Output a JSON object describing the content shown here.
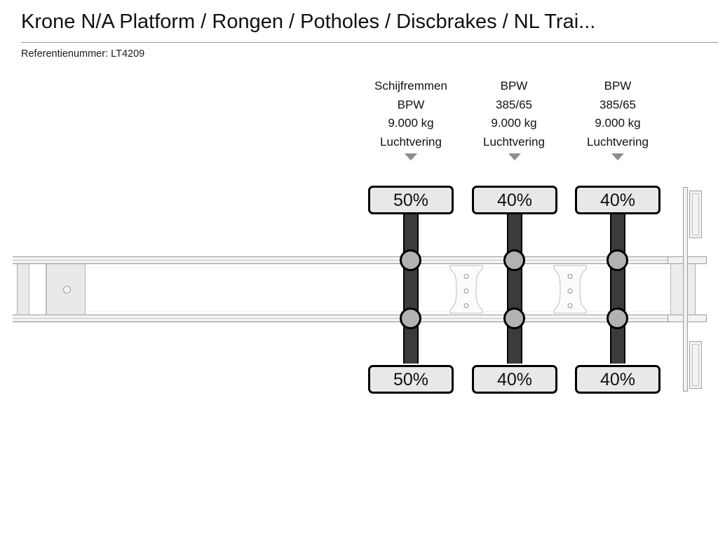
{
  "header": {
    "title": "Krone N/A Platform / Rongen / Potholes / Discbrakes / NL Trai...",
    "reference_label": "Referentienummer:",
    "reference_value": "LT4209"
  },
  "diagram": {
    "type": "trailer-axle-schematic",
    "vehicle": "semi-trailer",
    "axle_count": 3,
    "colors": {
      "axle_bar": "#3b3b3b",
      "hub": "#b2b2b2",
      "badge_fill": "#e8e8e8",
      "badge_border": "#000000",
      "chassis_fill": "#f2f2f2",
      "chassis_stroke": "#9a9a9a",
      "caret": "#8d8d8d"
    },
    "axles": [
      {
        "index": 1,
        "spec_lines": [
          "Schijfremmen",
          "BPW",
          "9.000 kg",
          "Luchtvering"
        ],
        "brake_type": "Schijfremmen",
        "make": "BPW",
        "capacity": "9.000 kg",
        "suspension": "Luchtvering",
        "tyre_left_percent": "50%",
        "tyre_right_percent": "50%",
        "caret": "▼"
      },
      {
        "index": 2,
        "spec_lines": [
          "BPW",
          "385/65",
          "9.000 kg",
          "Luchtvering"
        ],
        "make": "BPW",
        "tyre_size": "385/65",
        "capacity": "9.000 kg",
        "suspension": "Luchtvering",
        "tyre_left_percent": "40%",
        "tyre_right_percent": "40%",
        "caret": "▼"
      },
      {
        "index": 3,
        "spec_lines": [
          "BPW",
          "385/65",
          "9.000 kg",
          "Luchtvering"
        ],
        "make": "BPW",
        "tyre_size": "385/65",
        "capacity": "9.000 kg",
        "suspension": "Luchtvering",
        "tyre_left_percent": "40%",
        "tyre_right_percent": "40%",
        "caret": "▼"
      }
    ]
  }
}
